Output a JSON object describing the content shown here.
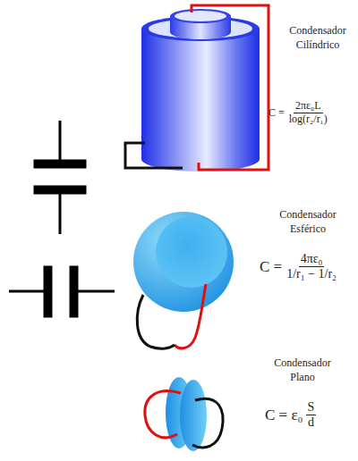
{
  "diagram": {
    "labels": [
      "Condensador Cilíndrico",
      "C =",
      "2πε₀L",
      "log(r₂/r₁)",
      "Condensador Esférico",
      "C =",
      "4πε₀",
      "1/r₁ − 1/r₂",
      "Condensador Plano",
      "C = ε₀",
      "S",
      "d"
    ]
  }
}
